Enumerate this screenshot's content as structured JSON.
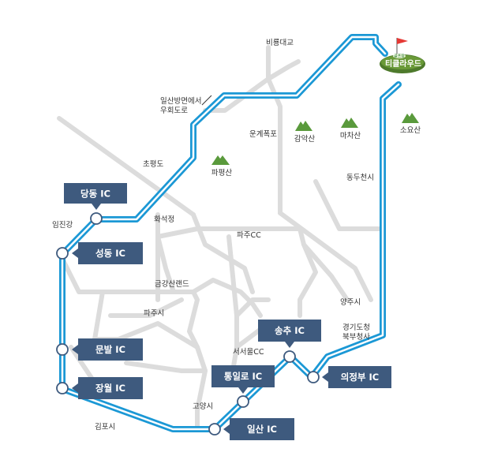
{
  "destination": {
    "name": "티클라우드",
    "small": "골프장"
  },
  "places": {
    "bridge": "비룡대교",
    "detour_line1": "일산방면에서",
    "detour_line2": "우회도로",
    "chopyeongdo": "초평도",
    "imjingang": "임진강",
    "hwaseokjeong": "화석정",
    "unggye": "운계폭포",
    "pajucc": "파주CC",
    "geumgang": "금강산랜드",
    "pajusi": "파주시",
    "seoseoul": "서서울CC",
    "goyang": "고양시",
    "gimpo": "김포시",
    "yangju": "양주시",
    "dongducheon": "동두천시",
    "gov_line1": "경기도청",
    "gov_line2": "북부청사"
  },
  "mountains": {
    "papyeong": "파평산",
    "gamak": "감악산",
    "macha": "마차산",
    "soyo": "소요산"
  },
  "interchanges": {
    "dangdong": "당동 IC",
    "seongdong": "성동 IC",
    "munbal": "문발 IC",
    "janghwol": "장월 IC",
    "tongillo": "통일로 IC",
    "songchu": "송추 IC",
    "ilsan": "일산 IC",
    "uijeongbu": "의정부 IC"
  },
  "colors": {
    "route_outer": "#1b98d5",
    "route_inner": "#ffffff",
    "road": "#dcdcdc",
    "ic_box": "#3e5a7e",
    "mountain": "#5a9a3c",
    "flag": "#e53935"
  }
}
